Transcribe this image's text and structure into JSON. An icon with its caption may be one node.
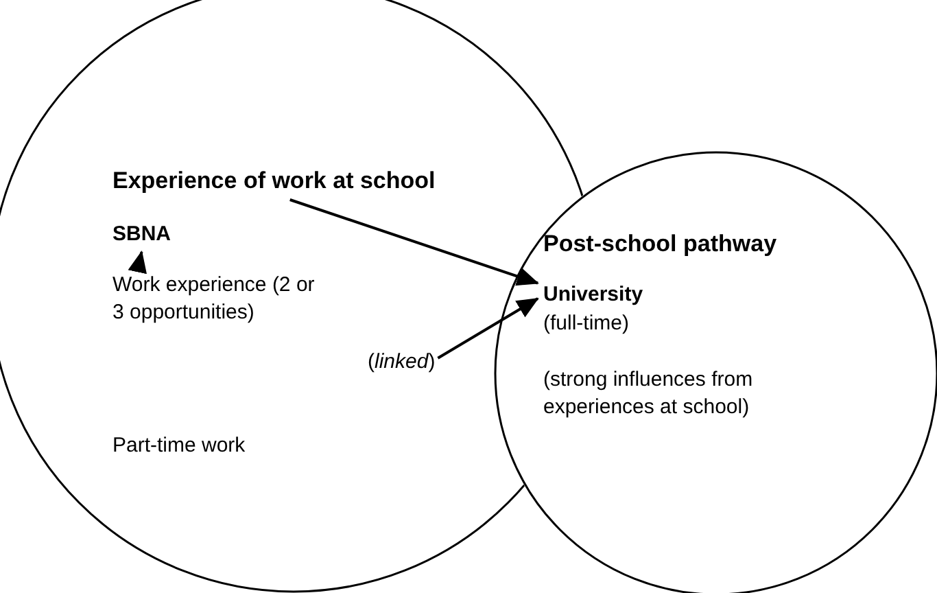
{
  "diagram": {
    "nodes": [
      {
        "text": [],
        "shape": "circle"
      },
      {
        "text": [
          "Experience of work at school"
        ],
        "in": 0
      },
      {
        "text": [
          "SBNA"
        ],
        "in": 0
      },
      {
        "text": [
          "Work experience (2 or 3 opportunities)"
        ],
        "in": 0
      },
      {
        "text": [
          "(*linked*)"
        ],
        "in": 0
      },
      {
        "text": [],
        "shape": "circle"
      },
      {
        "text": [
          "Post-school pathway"
        ],
        "in": 5
      },
      {
        "text": [
          "University"
        ],
        "in": 5
      }
    ],
    "edges": [
      {
        "from": 1,
        "to": 7,
        "arrow": "to"
      },
      {
        "from": 3,
        "to": 2,
        "arrow": "to"
      },
      {
        "from": 4,
        "to": 7,
        "arrow": "to"
      }
    ],
    "labels": [
      "Part-time work",
      "(full-time)",
      "(strong influences from experiences at school)"
    ]
  }
}
